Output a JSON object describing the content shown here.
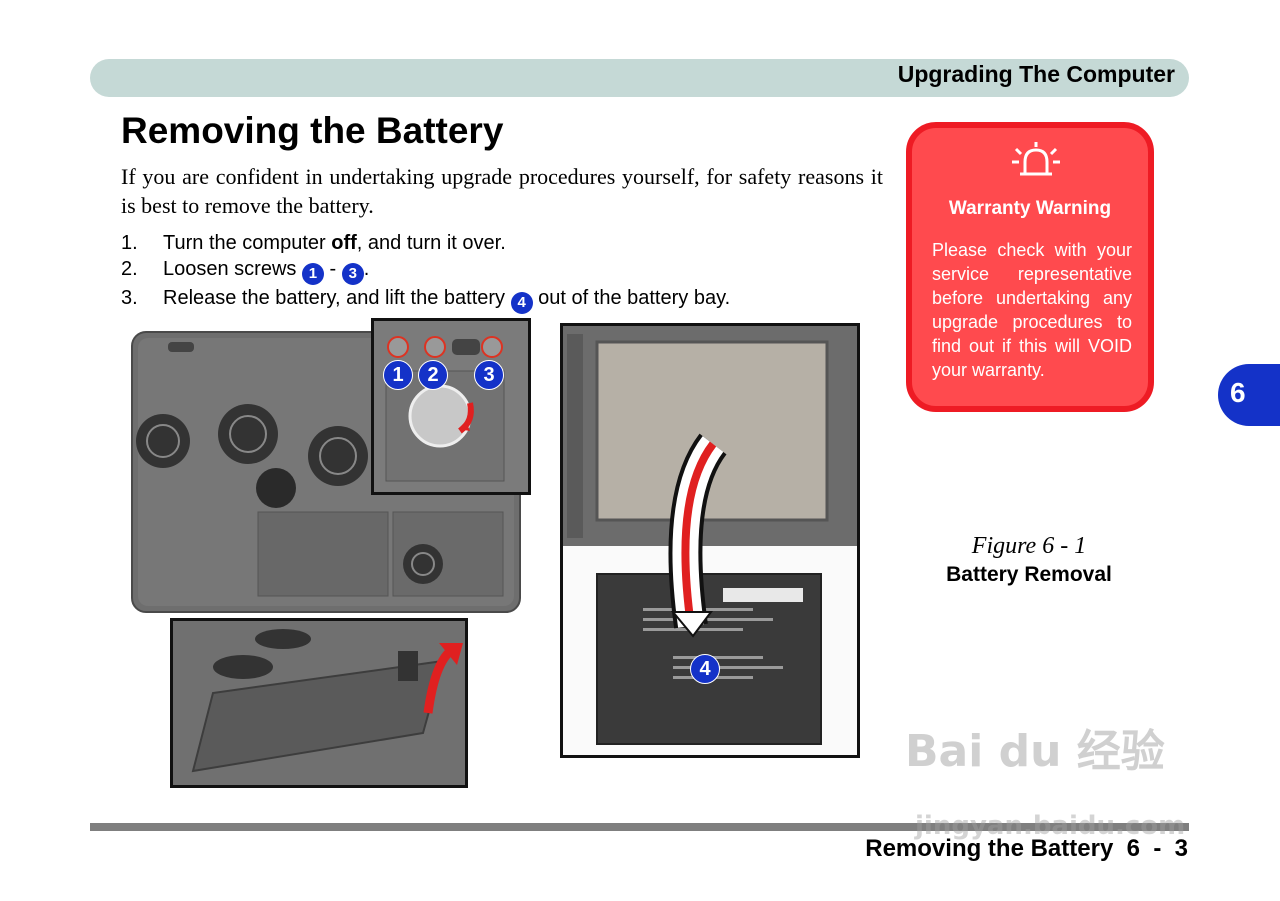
{
  "header": {
    "section_title": "Upgrading The Computer"
  },
  "page": {
    "title": "Removing the Battery",
    "intro": "If you are confident in undertaking upgrade procedures yourself, for safety reasons it is best to remove the battery."
  },
  "steps": [
    {
      "num": "1.",
      "pre": "Turn the computer ",
      "bold": "off",
      "post": ", and turn it over."
    },
    {
      "num": "2.",
      "pre": "Loosen screws ",
      "badge_a": "1",
      "dash": " - ",
      "badge_b": "3",
      "post": "."
    },
    {
      "num": "3.",
      "pre": "Release the battery, and lift the battery ",
      "badge": "4",
      "post": " out of the battery bay."
    }
  ],
  "warning": {
    "icon": "alarm-bell-icon",
    "title": "Warranty Warning",
    "text": "Please check with your service  representative before undertaking any upgrade procedures to find out if this will VOID your warranty."
  },
  "chapter_tab": "6",
  "figure": {
    "number": "Figure 6 - 1",
    "title": "Battery Removal"
  },
  "callouts": [
    "1",
    "2",
    "3",
    "4"
  ],
  "footer": {
    "text": "Removing the Battery  6  -  3"
  },
  "watermark": {
    "brand": "Bai du 经验",
    "url": "jingyan.baidu.com"
  },
  "colors": {
    "accent_blue": "#1432c8",
    "warning_red": "#ee1b24",
    "header_bar": "#c5d9d6"
  }
}
